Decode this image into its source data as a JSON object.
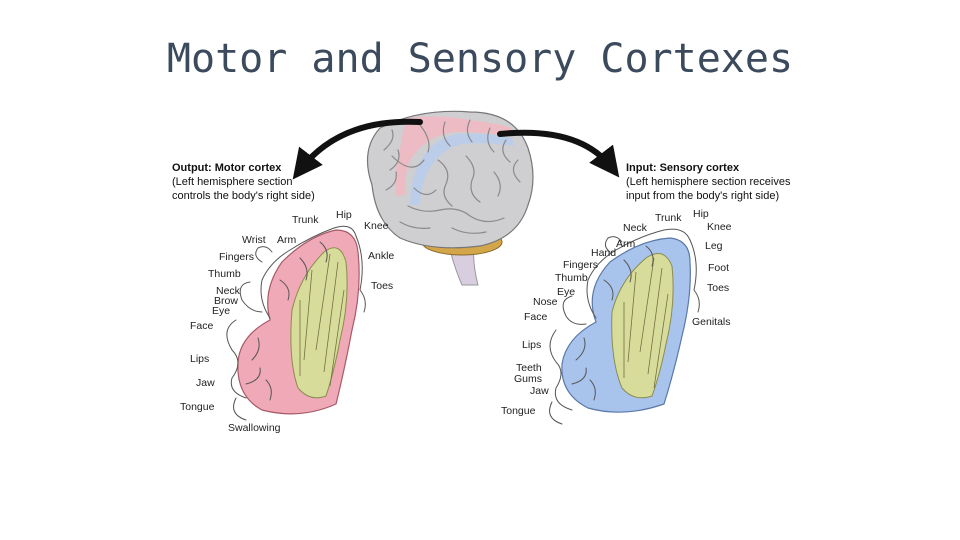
{
  "title": "Motor and Sensory Cortexes",
  "colors": {
    "motor": "#f0a9b6",
    "sensory": "#a9c4ec",
    "white_matter": "#d8dc9a",
    "brain_gray": "#cfcfd1",
    "arrow": "#111111"
  },
  "motor": {
    "header": "Output: Motor cortex",
    "desc_line1": "(Left hemisphere section",
    "desc_line2": "controls the body's right side)",
    "labels": {
      "hip": "Hip",
      "trunk": "Trunk",
      "knee": "Knee",
      "wrist": "Wrist",
      "arm": "Arm",
      "fingers": "Fingers",
      "ankle": "Ankle",
      "thumb": "Thumb",
      "toes": "Toes",
      "neck": "Neck",
      "brow": "Brow",
      "eye": "Eye",
      "face": "Face",
      "lips": "Lips",
      "jaw": "Jaw",
      "tongue": "Tongue",
      "swallowing": "Swallowing"
    }
  },
  "sensory": {
    "header": "Input: Sensory cortex",
    "desc_line1": "(Left hemisphere section receives",
    "desc_line2": "input from the body's right side)",
    "labels": {
      "hip": "Hip",
      "trunk": "Trunk",
      "knee": "Knee",
      "neck": "Neck",
      "arm": "Arm",
      "hand": "Hand",
      "leg": "Leg",
      "fingers": "Fingers",
      "thumb": "Thumb",
      "foot": "Foot",
      "eye": "Eye",
      "toes": "Toes",
      "nose": "Nose",
      "face": "Face",
      "genitals": "Genitals",
      "lips": "Lips",
      "teeth": "Teeth",
      "gums": "Gums",
      "jaw": "Jaw",
      "tongue": "Tongue"
    }
  }
}
